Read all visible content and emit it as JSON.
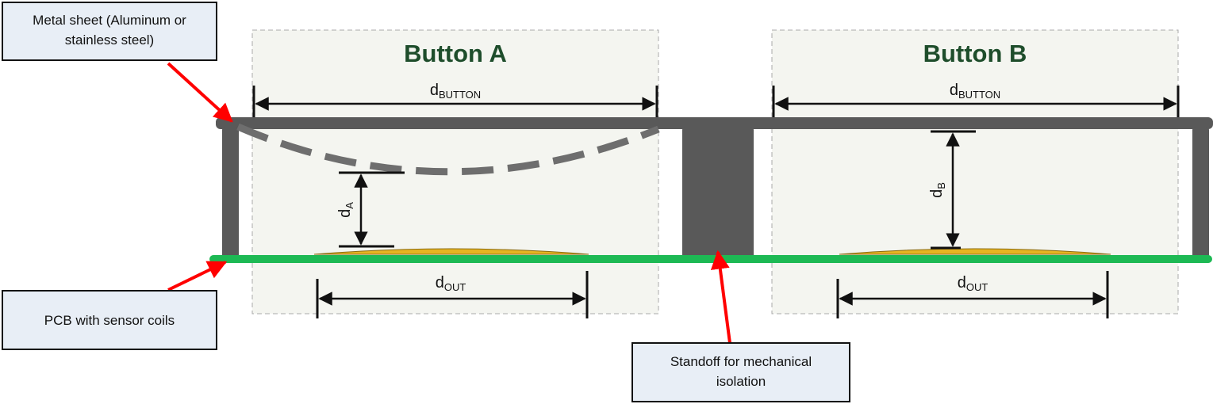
{
  "callouts": {
    "metal_sheet": {
      "line1": "Metal sheet (Aluminum or",
      "line2": "stainless steel)"
    },
    "pcb": {
      "line1": "PCB with sensor coils"
    },
    "standoff": {
      "line1": "Standoff for mechanical",
      "line2": "isolation"
    }
  },
  "buttons": {
    "a": {
      "title": "Button A"
    },
    "b": {
      "title": "Button B"
    }
  },
  "dimensions": {
    "d_button": {
      "main": "d",
      "sub": "BUTTON"
    },
    "d_out": {
      "main": "d",
      "sub": "OUT"
    },
    "d_a": {
      "main": "d",
      "sub": "A"
    },
    "d_b": {
      "main": "d",
      "sub": "B"
    }
  },
  "colors": {
    "metal": "#595959",
    "pcb": "#1db954",
    "coil": "#e6b422",
    "callout_fill": "#e8eef6",
    "arrow": "#ff0000",
    "title": "#1e4d2b",
    "button_region": "#f4f5f0"
  }
}
